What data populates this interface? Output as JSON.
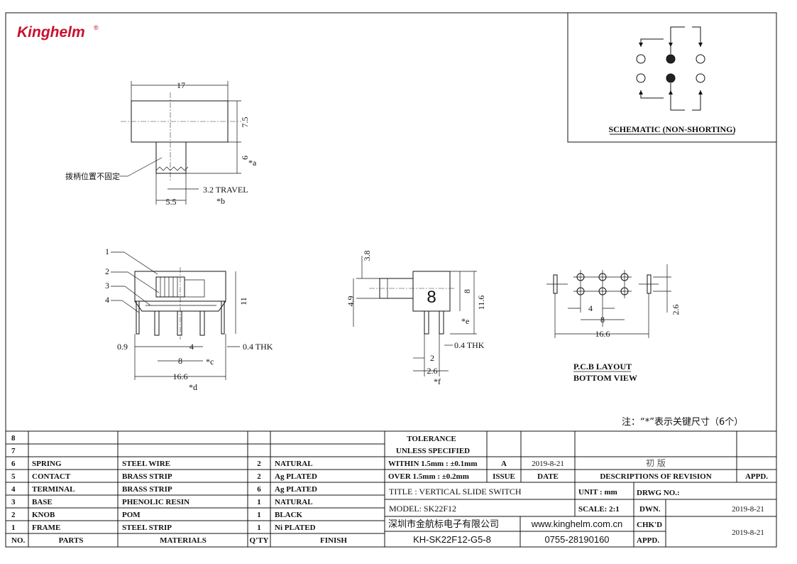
{
  "brand": {
    "logo": "Kinghelm",
    "reg": "®",
    "color": "#c8102e"
  },
  "schematic": {
    "caption": "SCHEMATIC (NON-SHORTING)"
  },
  "top_view": {
    "dim_width": "17",
    "dim_height": "7.5",
    "dim_knob": "6",
    "mark_a": "*a",
    "cn_note": "拨柄位置不固定",
    "dim_knob_w": "5.5",
    "dim_travel": "3.2 TRAVEL",
    "mark_b": "*b"
  },
  "front_view": {
    "callouts": [
      "1",
      "2",
      "3",
      "4"
    ],
    "dim_height": "11",
    "dim_edge": "0.9",
    "dim_pitch": "4",
    "dim_span": "8",
    "mark_c": "*c",
    "dim_thk": "0.4 THK",
    "dim_total": "16.6",
    "mark_d": "*d"
  },
  "side_view": {
    "dim_top": "3.8",
    "dim_knob_h": "4.9",
    "dim_body": "8",
    "dim_total": "11.6",
    "mark_e": "*e",
    "dim_thk": "0.4 THK",
    "dim_pin": "2",
    "dim_pin_w": "2.6",
    "mark_f": "*f",
    "center_label": "8"
  },
  "pcb": {
    "dim_pitch": "4",
    "dim_span": "8",
    "dim_total": "16.6",
    "dim_row": "2.6",
    "caption1": "P.C.B LAYOUT",
    "caption2": "BOTTOM VIEW"
  },
  "note": "注：“*”表示关键尺寸（6个）",
  "bom": {
    "rows": [
      {
        "no": "8",
        "part": "",
        "material": "",
        "qty": "",
        "finish": ""
      },
      {
        "no": "7",
        "part": "",
        "material": "",
        "qty": "",
        "finish": ""
      },
      {
        "no": "6",
        "part": "SPRING",
        "material": "STEEL WIRE",
        "qty": "2",
        "finish": "NATURAL"
      },
      {
        "no": "5",
        "part": "CONTACT",
        "material": "BRASS STRIP",
        "qty": "2",
        "finish": "Ag PLATED"
      },
      {
        "no": "4",
        "part": "TERMINAL",
        "material": "BRASS STRIP",
        "qty": "6",
        "finish": "Ag PLATED"
      },
      {
        "no": "3",
        "part": "BASE",
        "material": "PHENOLIC RESIN",
        "qty": "1",
        "finish": "NATURAL"
      },
      {
        "no": "2",
        "part": "KNOB",
        "material": "POM",
        "qty": "1",
        "finish": "BLACK"
      },
      {
        "no": "1",
        "part": "FRAME",
        "material": "STEEL STRIP",
        "qty": "1",
        "finish": "Ni PLATED"
      }
    ],
    "headers": {
      "no": "NO.",
      "part": "PARTS",
      "material": "MATERIALS",
      "qty": "Q'TY",
      "finish": "FINISH"
    }
  },
  "title_block": {
    "tolerance": "TOLERANCE",
    "unless": "UNLESS  SPECIFIED",
    "within": "WITHIN 1.5mm : ±0.1mm",
    "over": "OVER 1.5mm : ±0.2mm",
    "rev_a": "A",
    "rev_date": "2019-8-21",
    "rev_desc": "初  版",
    "issue": "ISSUE",
    "date": "DATE",
    "descriptions": "DESCRIPTIONS OF REVISION",
    "appd": "APPD.",
    "title": "TITLE :  VERTICAL SLIDE SWITCH",
    "unit": "UNIT :  mm",
    "drwg_no": "DRWG NO.:",
    "model": "MODEL:  SK22F12",
    "scale": "SCALE:  2:1",
    "dwn": "DWN.",
    "dwn_date": "2019-8-21",
    "company": "深圳市金航标电子有限公司",
    "website": "www.kinghelm.com.cn",
    "chkd": "CHK'D",
    "part_no": "KH-SK22F12-G5-8",
    "phone": "0755-28190160",
    "appd2": "APPD.",
    "chk_date": "2019-8-21"
  }
}
